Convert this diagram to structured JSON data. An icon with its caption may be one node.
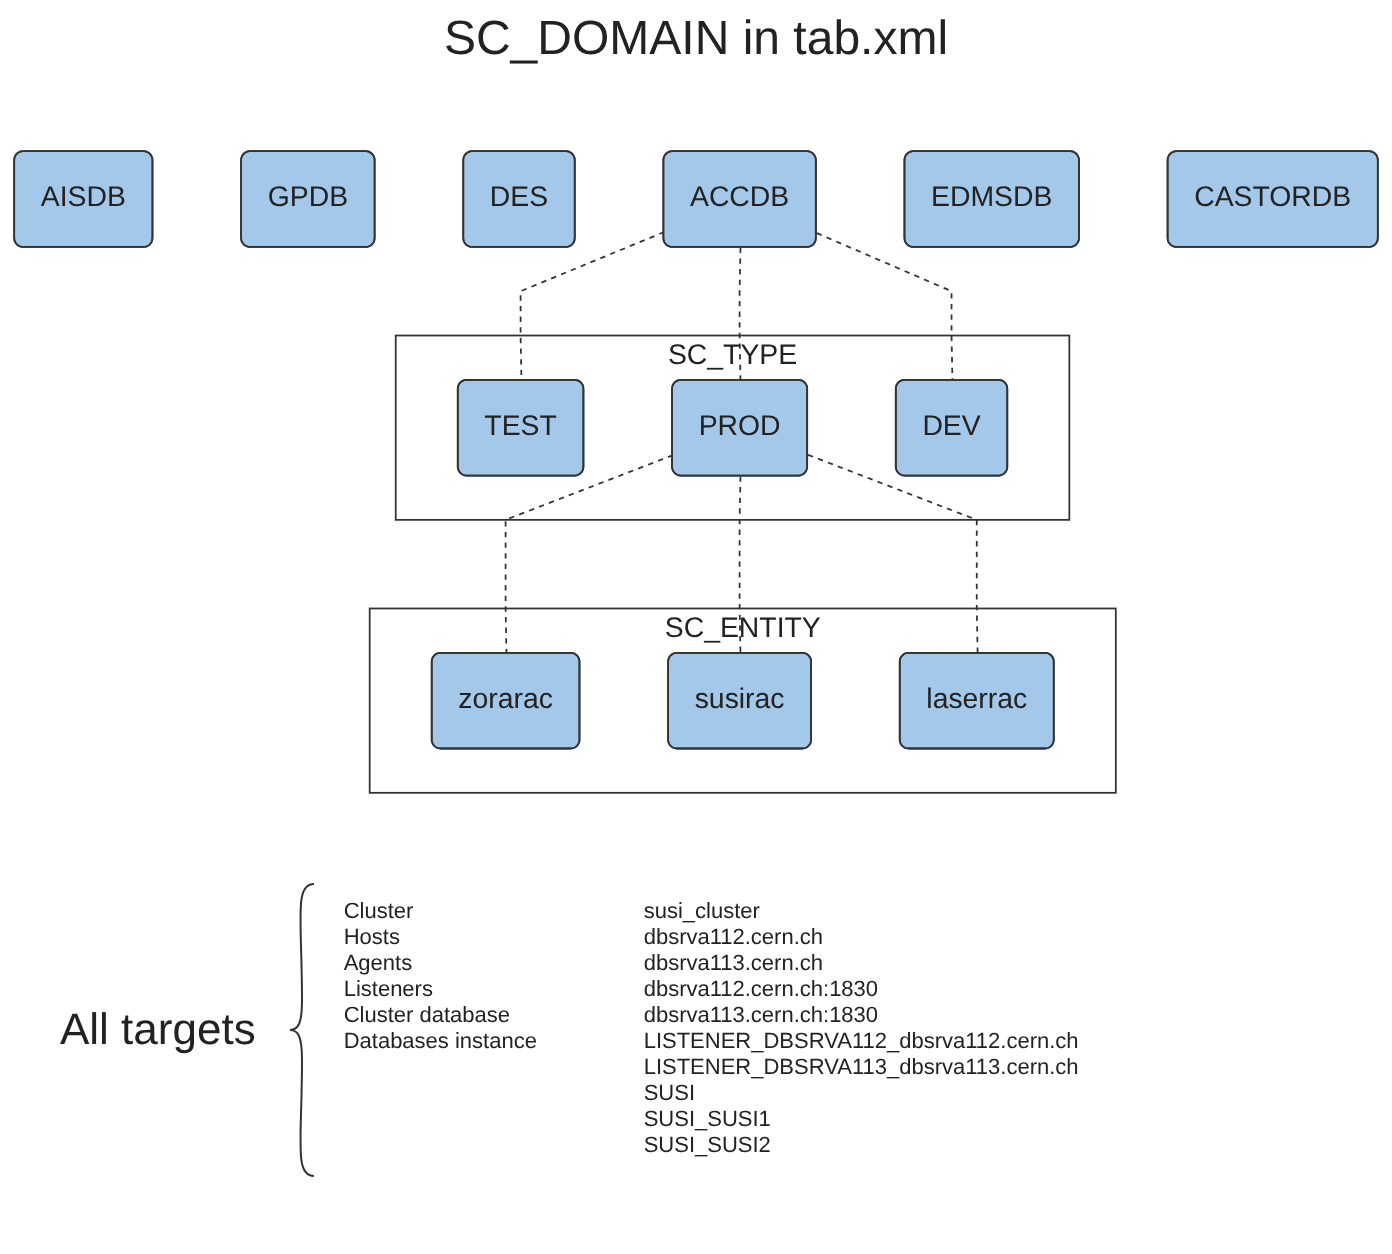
{
  "diagram": {
    "title": "SC_DOMAIN in tab.xml",
    "nodes": [
      {
        "text": [
          "AISDB"
        ]
      },
      {
        "text": [
          "GPDB"
        ]
      },
      {
        "text": [
          "DES"
        ]
      },
      {
        "text": [
          "ACCDB"
        ]
      },
      {
        "text": [
          "EDMSDB"
        ]
      },
      {
        "text": [
          "CASTORDB"
        ]
      },
      {
        "text": [
          "SC_TYPE"
        ]
      },
      {
        "text": [
          "TEST"
        ],
        "in": 6
      },
      {
        "text": [
          "PROD"
        ],
        "in": 6
      },
      {
        "text": [
          "DEV"
        ],
        "in": 6
      },
      {
        "text": [
          "SC_ENTITY"
        ]
      },
      {
        "text": [
          "zorarac"
        ],
        "in": 10
      },
      {
        "text": [
          "susirac"
        ],
        "in": 10
      },
      {
        "text": [
          "laserrac"
        ],
        "in": 10
      }
    ],
    "edges": [
      {
        "from": 3,
        "to": 7,
        "arrow": "none",
        "style": "dashed"
      },
      {
        "from": 3,
        "to": 8,
        "arrow": "none",
        "style": "dashed"
      },
      {
        "from": 3,
        "to": 9,
        "arrow": "none",
        "style": "dashed"
      },
      {
        "from": 8,
        "to": 11,
        "arrow": "none",
        "style": "dashed"
      },
      {
        "from": 8,
        "to": 12,
        "arrow": "none",
        "style": "dashed"
      },
      {
        "from": 8,
        "to": 13,
        "arrow": "none",
        "style": "dashed"
      }
    ],
    "labels": [
      "All targets",
      "Cluster",
      "susi_cluster",
      "Hosts",
      "dbsrva112.cern.ch",
      "Agents",
      "dbsrva113.cern.ch",
      "Listeners",
      "dbsrva112.cern.ch:1830",
      "Cluster database",
      "dbsrva113.cern.ch:1830",
      "Databases instance",
      "LISTENER_DBSRVA112_dbsrva112.cern.ch",
      "LISTENER_DBSRVA113_dbsrva113.cern.ch",
      "SUSI",
      "SUSI_SUSI1",
      "SUSI_SUSI2"
    ]
  }
}
